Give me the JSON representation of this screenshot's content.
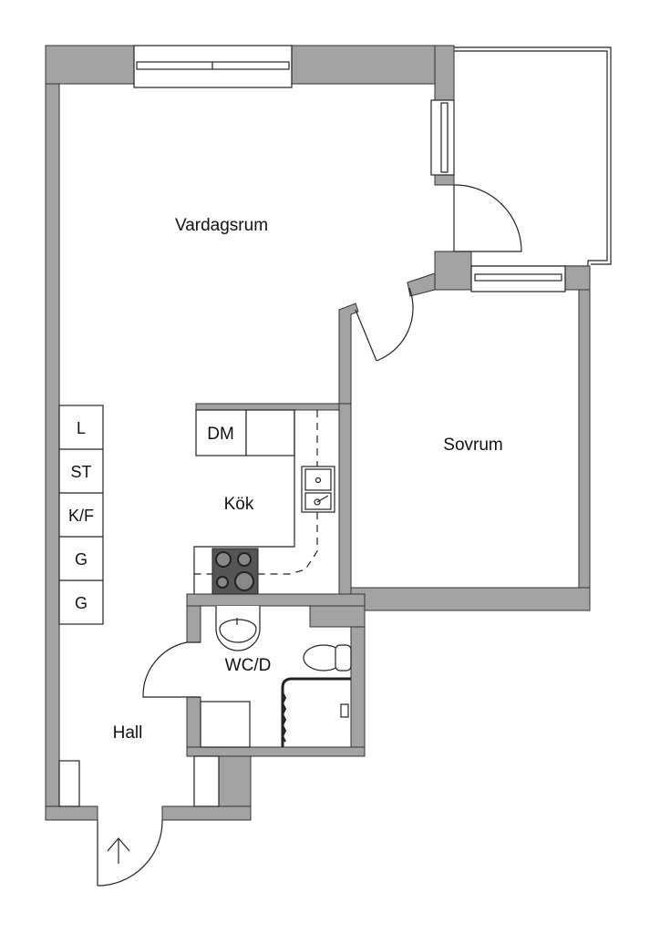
{
  "rooms": {
    "living": "Vardagsrum",
    "bedroom": "Sovrum",
    "kitchen": "Kök",
    "bathroom": "WC/D",
    "hall": "Hall"
  },
  "kitchen_units": {
    "dishwasher": "DM"
  },
  "wardrobes": [
    "L",
    "ST",
    "K/F",
    "G",
    "G"
  ],
  "colors": {
    "wall": "#a3a3a3",
    "hob": "#555555"
  }
}
